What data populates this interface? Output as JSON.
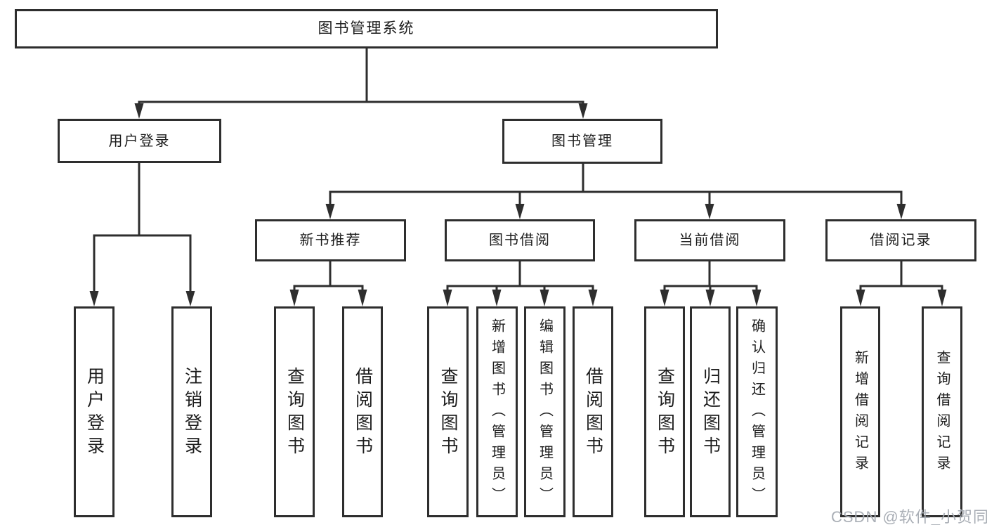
{
  "diagram": {
    "title": "图书管理系统",
    "colors": {
      "line": "#2e2e2e",
      "box_bg": "#ffffff",
      "text": "#1c1c1c",
      "watermark": "#a6abb3"
    },
    "nodes": {
      "root": "图书管理系统",
      "user_login": "用户登录",
      "book_mgmt": "图书管理",
      "new_book_rec": "新书推荐",
      "book_borrow": "图书借阅",
      "current_borrow": "当前借阅",
      "borrow_records": "借阅记录",
      "login": "用户登录",
      "logout": "注销登录",
      "nbr_query": "查询图书",
      "nbr_borrow": "借阅图书",
      "bb_query": "查询图书",
      "bb_add": "新增图书（管理员）",
      "bb_edit": "编辑图书（管理员）",
      "bb_borrow": "借阅图书",
      "cb_query": "查询图书",
      "cb_return": "归还图书",
      "cb_confirm": "确认归还（管理员）",
      "br_add": "新增借阅记录",
      "br_query": "查询借阅记录"
    },
    "watermark": "CSDN @软件_小贺同学"
  }
}
